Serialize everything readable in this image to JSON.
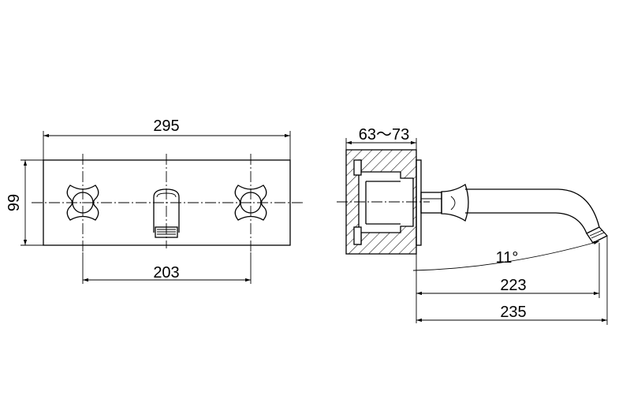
{
  "front_view": {
    "dim_width": "295",
    "dim_height": "99",
    "dim_handle_spacing": "203"
  },
  "side_view": {
    "dim_wall_range": "63～73",
    "dim_angle": "11°",
    "dim_spout_reach": "223",
    "dim_total_depth": "235"
  }
}
